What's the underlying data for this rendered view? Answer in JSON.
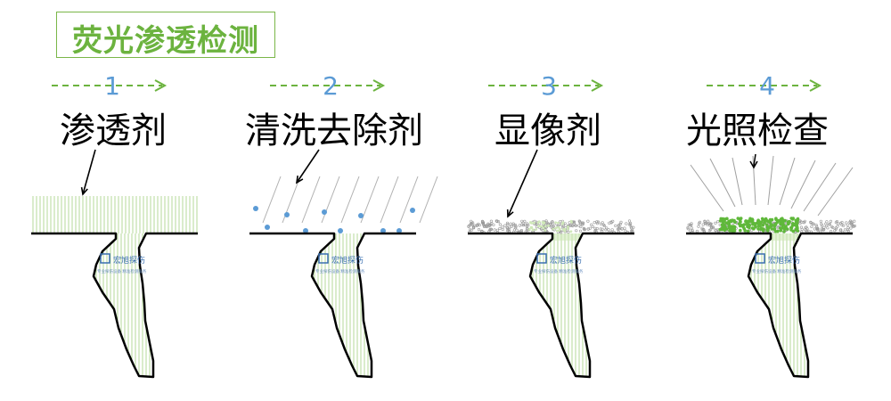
{
  "title": "荧光渗透检测",
  "colors": {
    "accent_green": "#6cb33f",
    "step_number_blue": "#5b9bd5",
    "penetrant_line": "#b5d89a",
    "developer_gray": "#999999",
    "fluorescent_green": "#5fb83a",
    "outline": "#000000",
    "uv_ray": "#a0a0a0"
  },
  "watermark": {
    "name": "宏旭探伤",
    "slogan": "专业探伤设备 精准检测服务"
  },
  "steps": [
    {
      "number": "1",
      "label": "渗透剂"
    },
    {
      "number": "2",
      "label": "清洗去除剂"
    },
    {
      "number": "3",
      "label": "显像剂"
    },
    {
      "number": "4",
      "label": "光照检查"
    }
  ]
}
